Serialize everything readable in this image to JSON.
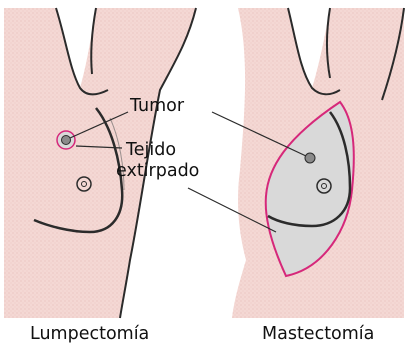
{
  "labels": {
    "tumor": "Tumor",
    "tissue_line1": "Tejido",
    "tissue_line2": "extirpado"
  },
  "captions": {
    "left": "Lumpectomía",
    "right": "Mastectomía"
  },
  "colors": {
    "skin": "#f4d8d4",
    "skin_dots": "#e6bdb8",
    "outline": "#2b2b2b",
    "excision": "#d6287a",
    "removed_tissue": "#d9d9d9",
    "tumor_fill": "#8a8a8a"
  }
}
